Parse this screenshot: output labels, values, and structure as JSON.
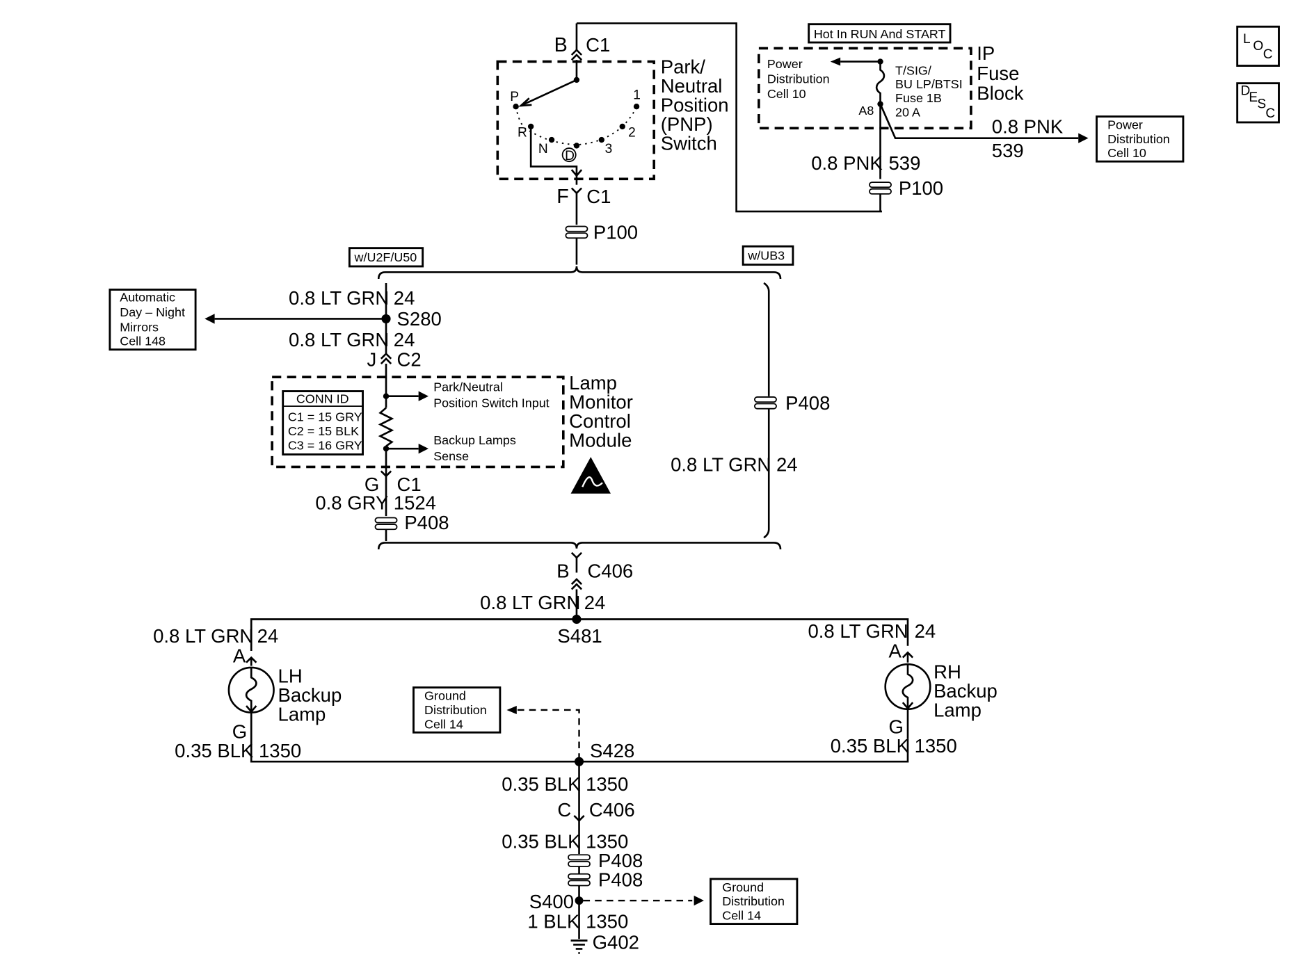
{
  "switch": {
    "top_pin": "B",
    "top_conn": "C1",
    "bottom_pin": "F",
    "bottom_conn": "C1",
    "name_lines": [
      "Park/",
      "Neutral",
      "Position",
      "(PNP)",
      "Switch"
    ],
    "pos_p": "P",
    "pos_r": "R",
    "pos_n": "N",
    "pos_d": "D",
    "pos_3": "3",
    "pos_2": "2",
    "pos_1": "1"
  },
  "fuse_block": {
    "hot_label": "Hot In RUN And START",
    "name_lines": [
      "IP",
      "Fuse",
      "Block"
    ],
    "pd_lines": [
      "Power",
      "Distribution",
      "Cell 10"
    ],
    "fuse_lines": [
      "T/SIG/",
      "BU LP/BTSI",
      "Fuse 1B",
      "20 A"
    ],
    "pin": "A8"
  },
  "pnk_circuit": {
    "upper_wire": "0.8 PNK",
    "upper_num": "539",
    "lower_wire": "0.8 PNK",
    "lower_num": "539",
    "pd_lines": [
      "Power",
      "Distribution",
      "Cell 10"
    ]
  },
  "ipd": {
    "p100_top": "P100",
    "p100_mid": "P100",
    "p408_mid": "P408",
    "p408_right": "P408",
    "p408_low1": "P408",
    "p408_low2": "P408"
  },
  "options": {
    "u2f": "w/U2F/U50",
    "ub3": "w/UB3"
  },
  "mirror": {
    "lines": [
      "Automatic",
      "Day – Night",
      "Mirrors",
      "Cell 148"
    ],
    "wire_top": "0.8 LT GRN",
    "num_top": "24",
    "splice": "S280",
    "wire_bottom": "0.8 LT GRN",
    "num_bottom": "24",
    "pin": "J",
    "conn": "C2"
  },
  "lmcm": {
    "conn_id_title": "CONN ID",
    "conn_ids": [
      "C1 = 15 GRY",
      "C2 = 15 BLK",
      "C3 = 16 GRY"
    ],
    "input1_lines": [
      "Park/Neutral",
      "Position Switch Input"
    ],
    "input2_lines": [
      "Backup Lamps",
      "Sense"
    ],
    "name_lines": [
      "Lamp",
      "Monitor",
      "Control",
      "Module"
    ],
    "pin": "G",
    "conn": "C1",
    "wire": "0.8 GRY",
    "num": "1524"
  },
  "right_branch": {
    "wire": "0.8 LT GRN",
    "num": "24"
  },
  "c406_top": {
    "pin": "B",
    "conn": "C406",
    "wire": "0.8 LT GRN",
    "num": "24",
    "splice": "S481"
  },
  "lh_lamp": {
    "wire_top": "0.8 LT GRN",
    "num_top": "24",
    "pin_top": "A",
    "name_lines": [
      "LH",
      "Backup",
      "Lamp"
    ],
    "pin_bottom": "G",
    "wire_bottom": "0.35 BLK",
    "num_bottom": "1350"
  },
  "rh_lamp": {
    "wire_top": "0.8 LT GRN",
    "num_top": "24",
    "pin_top": "A",
    "name_lines": [
      "RH",
      "Backup",
      "Lamp"
    ],
    "pin_bottom": "G",
    "wire_bottom": "0.35 BLK",
    "num_bottom": "1350"
  },
  "ground": {
    "gd1_lines": [
      "Ground",
      "Distribution",
      "Cell 14"
    ],
    "splice1": "S428",
    "wire1": "0.35 BLK",
    "num1": "1350",
    "c406_pin": "C",
    "c406_conn": "C406",
    "wire2": "0.35 BLK",
    "num2": "1350",
    "splice2": "S400",
    "wire3": "1 BLK",
    "num3": "1350",
    "gnd": "G402",
    "gd2_lines": [
      "Ground",
      "Distribution",
      "Cell 14"
    ]
  },
  "icons": {
    "loc": [
      "L",
      "O",
      "C"
    ],
    "desc": [
      "D",
      "E",
      "S",
      "C"
    ],
    "esd": "esd-sensitive-icon"
  }
}
